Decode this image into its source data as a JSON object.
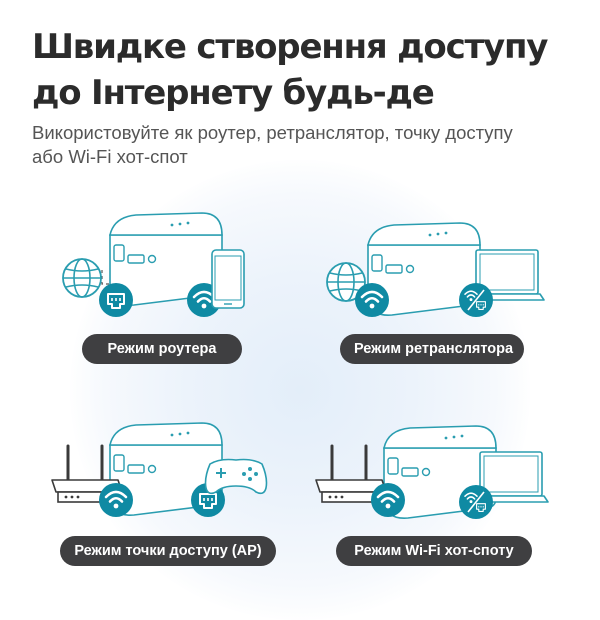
{
  "headline": {
    "line1": "Швидке створення доступу",
    "line2": "до Інтернету будь-де"
  },
  "subtitle": {
    "line1": "Використовуйте як роутер, ретранслятор, точку доступу",
    "line2": "або Wi-Fi хот-спот"
  },
  "modes": [
    {
      "label": "Режим роутера",
      "icons": [
        "globe-icon",
        "ethernet-icon",
        "wifi-icon",
        "smartphone-icon"
      ]
    },
    {
      "label": "Режим ретранслятора",
      "icons": [
        "globe-icon",
        "wifi-icon",
        "wifi-ethernet-icon",
        "laptop-icon"
      ]
    },
    {
      "label": "Режим точки доступу (AP)",
      "icons": [
        "modem-icon",
        "wifi-icon",
        "ethernet-icon",
        "gamepad-icon"
      ]
    },
    {
      "label": "Режим Wi-Fi хот-споту",
      "icons": [
        "modem-icon",
        "wifi-icon",
        "wifi-ethernet-icon",
        "laptop-icon"
      ]
    }
  ],
  "colors": {
    "teal": "#1f9fb4",
    "teal_dark": "#0f8aa3",
    "outline": "#2a9db0",
    "pill_bg": "#3f3f41",
    "glow": "#e3eef9"
  }
}
